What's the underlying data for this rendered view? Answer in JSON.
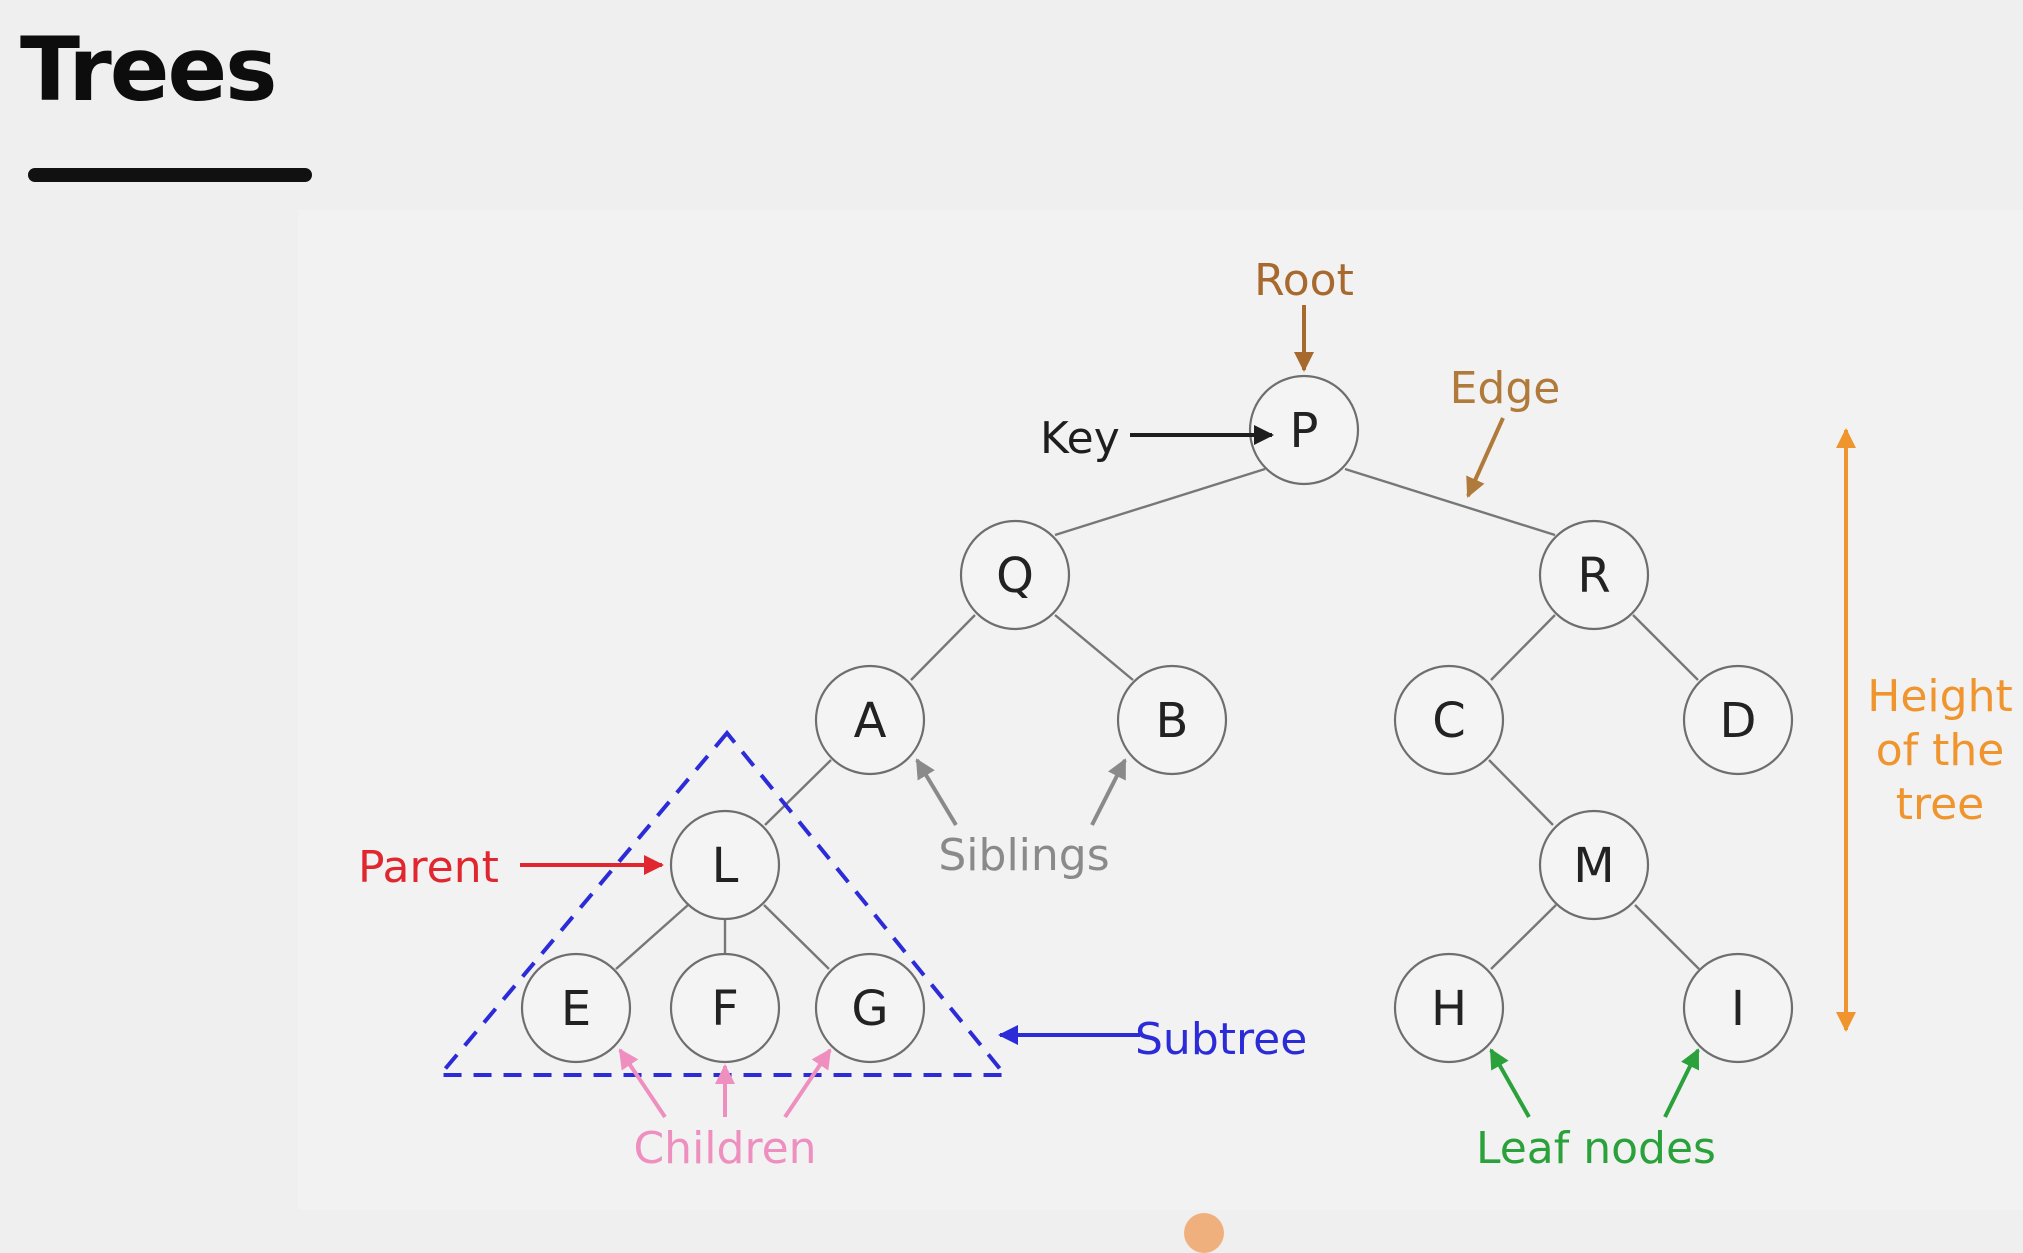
{
  "slide": {
    "title": "Trees"
  },
  "tree": {
    "nodes": [
      "P",
      "Q",
      "R",
      "A",
      "B",
      "C",
      "D",
      "L",
      "M",
      "E",
      "F",
      "G",
      "H",
      "I"
    ],
    "edges": [
      [
        "P",
        "Q"
      ],
      [
        "P",
        "R"
      ],
      [
        "Q",
        "A"
      ],
      [
        "Q",
        "B"
      ],
      [
        "R",
        "C"
      ],
      [
        "R",
        "D"
      ],
      [
        "A",
        "L"
      ],
      [
        "C",
        "M"
      ],
      [
        "L",
        "E"
      ],
      [
        "L",
        "F"
      ],
      [
        "L",
        "G"
      ],
      [
        "M",
        "H"
      ],
      [
        "M",
        "I"
      ]
    ]
  },
  "annotations": {
    "root": "Root",
    "edge": "Edge",
    "key": "Key",
    "parent": "Parent",
    "siblings": "Siblings",
    "subtree": "Subtree",
    "children": "Children",
    "leaf_nodes": "Leaf nodes",
    "height": [
      "Height",
      "of the",
      "tree"
    ]
  },
  "colors": {
    "root": "#a8692e",
    "edge": "#b07a3a",
    "key": "#1e1e1e",
    "parent": "#e0262e",
    "siblings": "#8a8a8a",
    "subtree": "#2b2bd8",
    "children": "#ee8fbf",
    "leaf_nodes": "#2aa13a",
    "height": "#f0952e"
  }
}
